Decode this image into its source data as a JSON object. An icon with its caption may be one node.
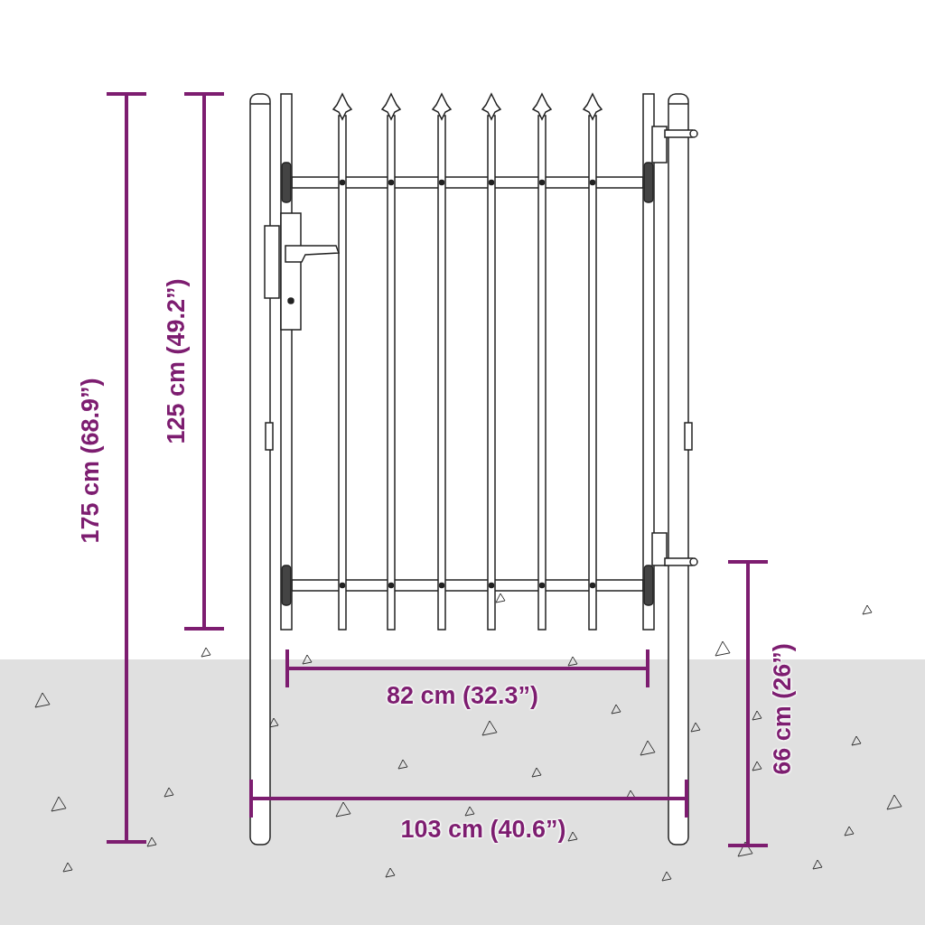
{
  "diagram": {
    "labels": [
      "175 cm (68.9”)",
      "125 cm (49.2”)",
      "82 cm (32.3”)",
      "103 cm (40.6”)",
      "66 cm (26”)"
    ]
  }
}
